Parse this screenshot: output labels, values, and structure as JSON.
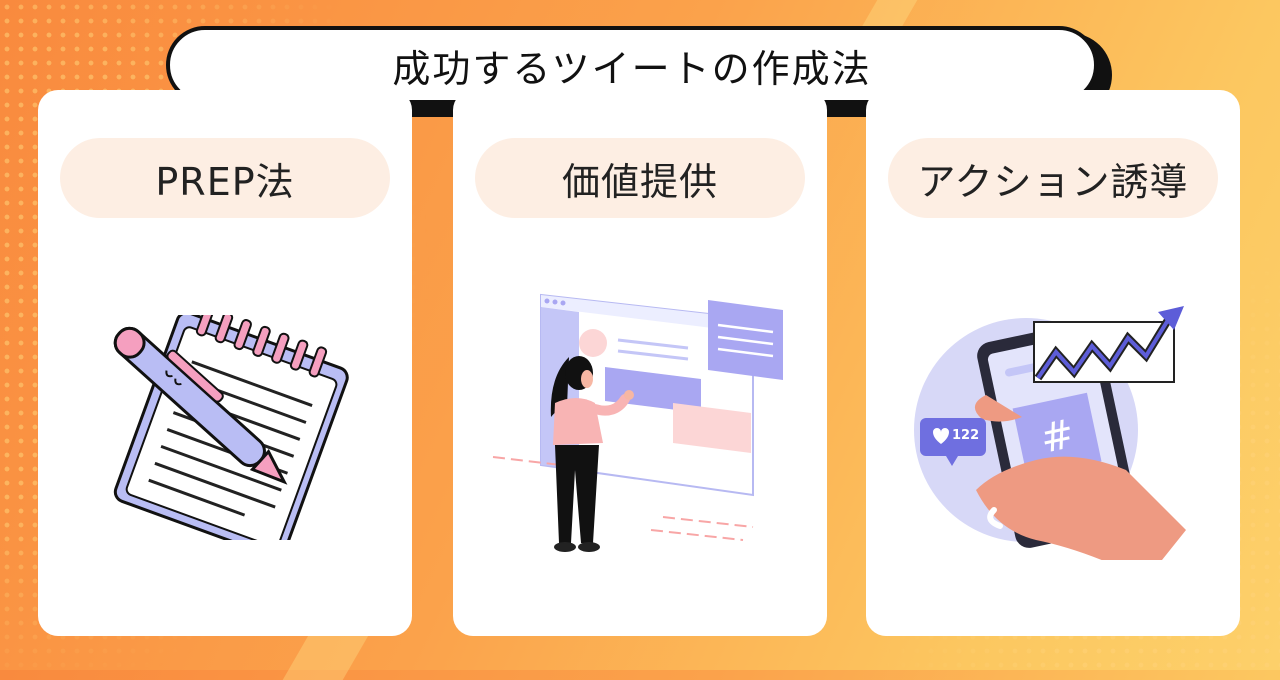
{
  "title": "成功するツイートの作成法",
  "cards": [
    {
      "label": "PREP法",
      "icon": "notepad-pen-icon"
    },
    {
      "label": "価値提供",
      "icon": "woman-browser-icon"
    },
    {
      "label": "アクション誘導",
      "icon": "smartphone-growth-icon"
    }
  ],
  "social": {
    "like_count": "122"
  },
  "colors": {
    "background_start": "#f98a3e",
    "background_end": "#fdd06a",
    "pill": "#fdeee3",
    "accent_purple": "#a9a7f2",
    "accent_pink": "#f8b4c4"
  }
}
